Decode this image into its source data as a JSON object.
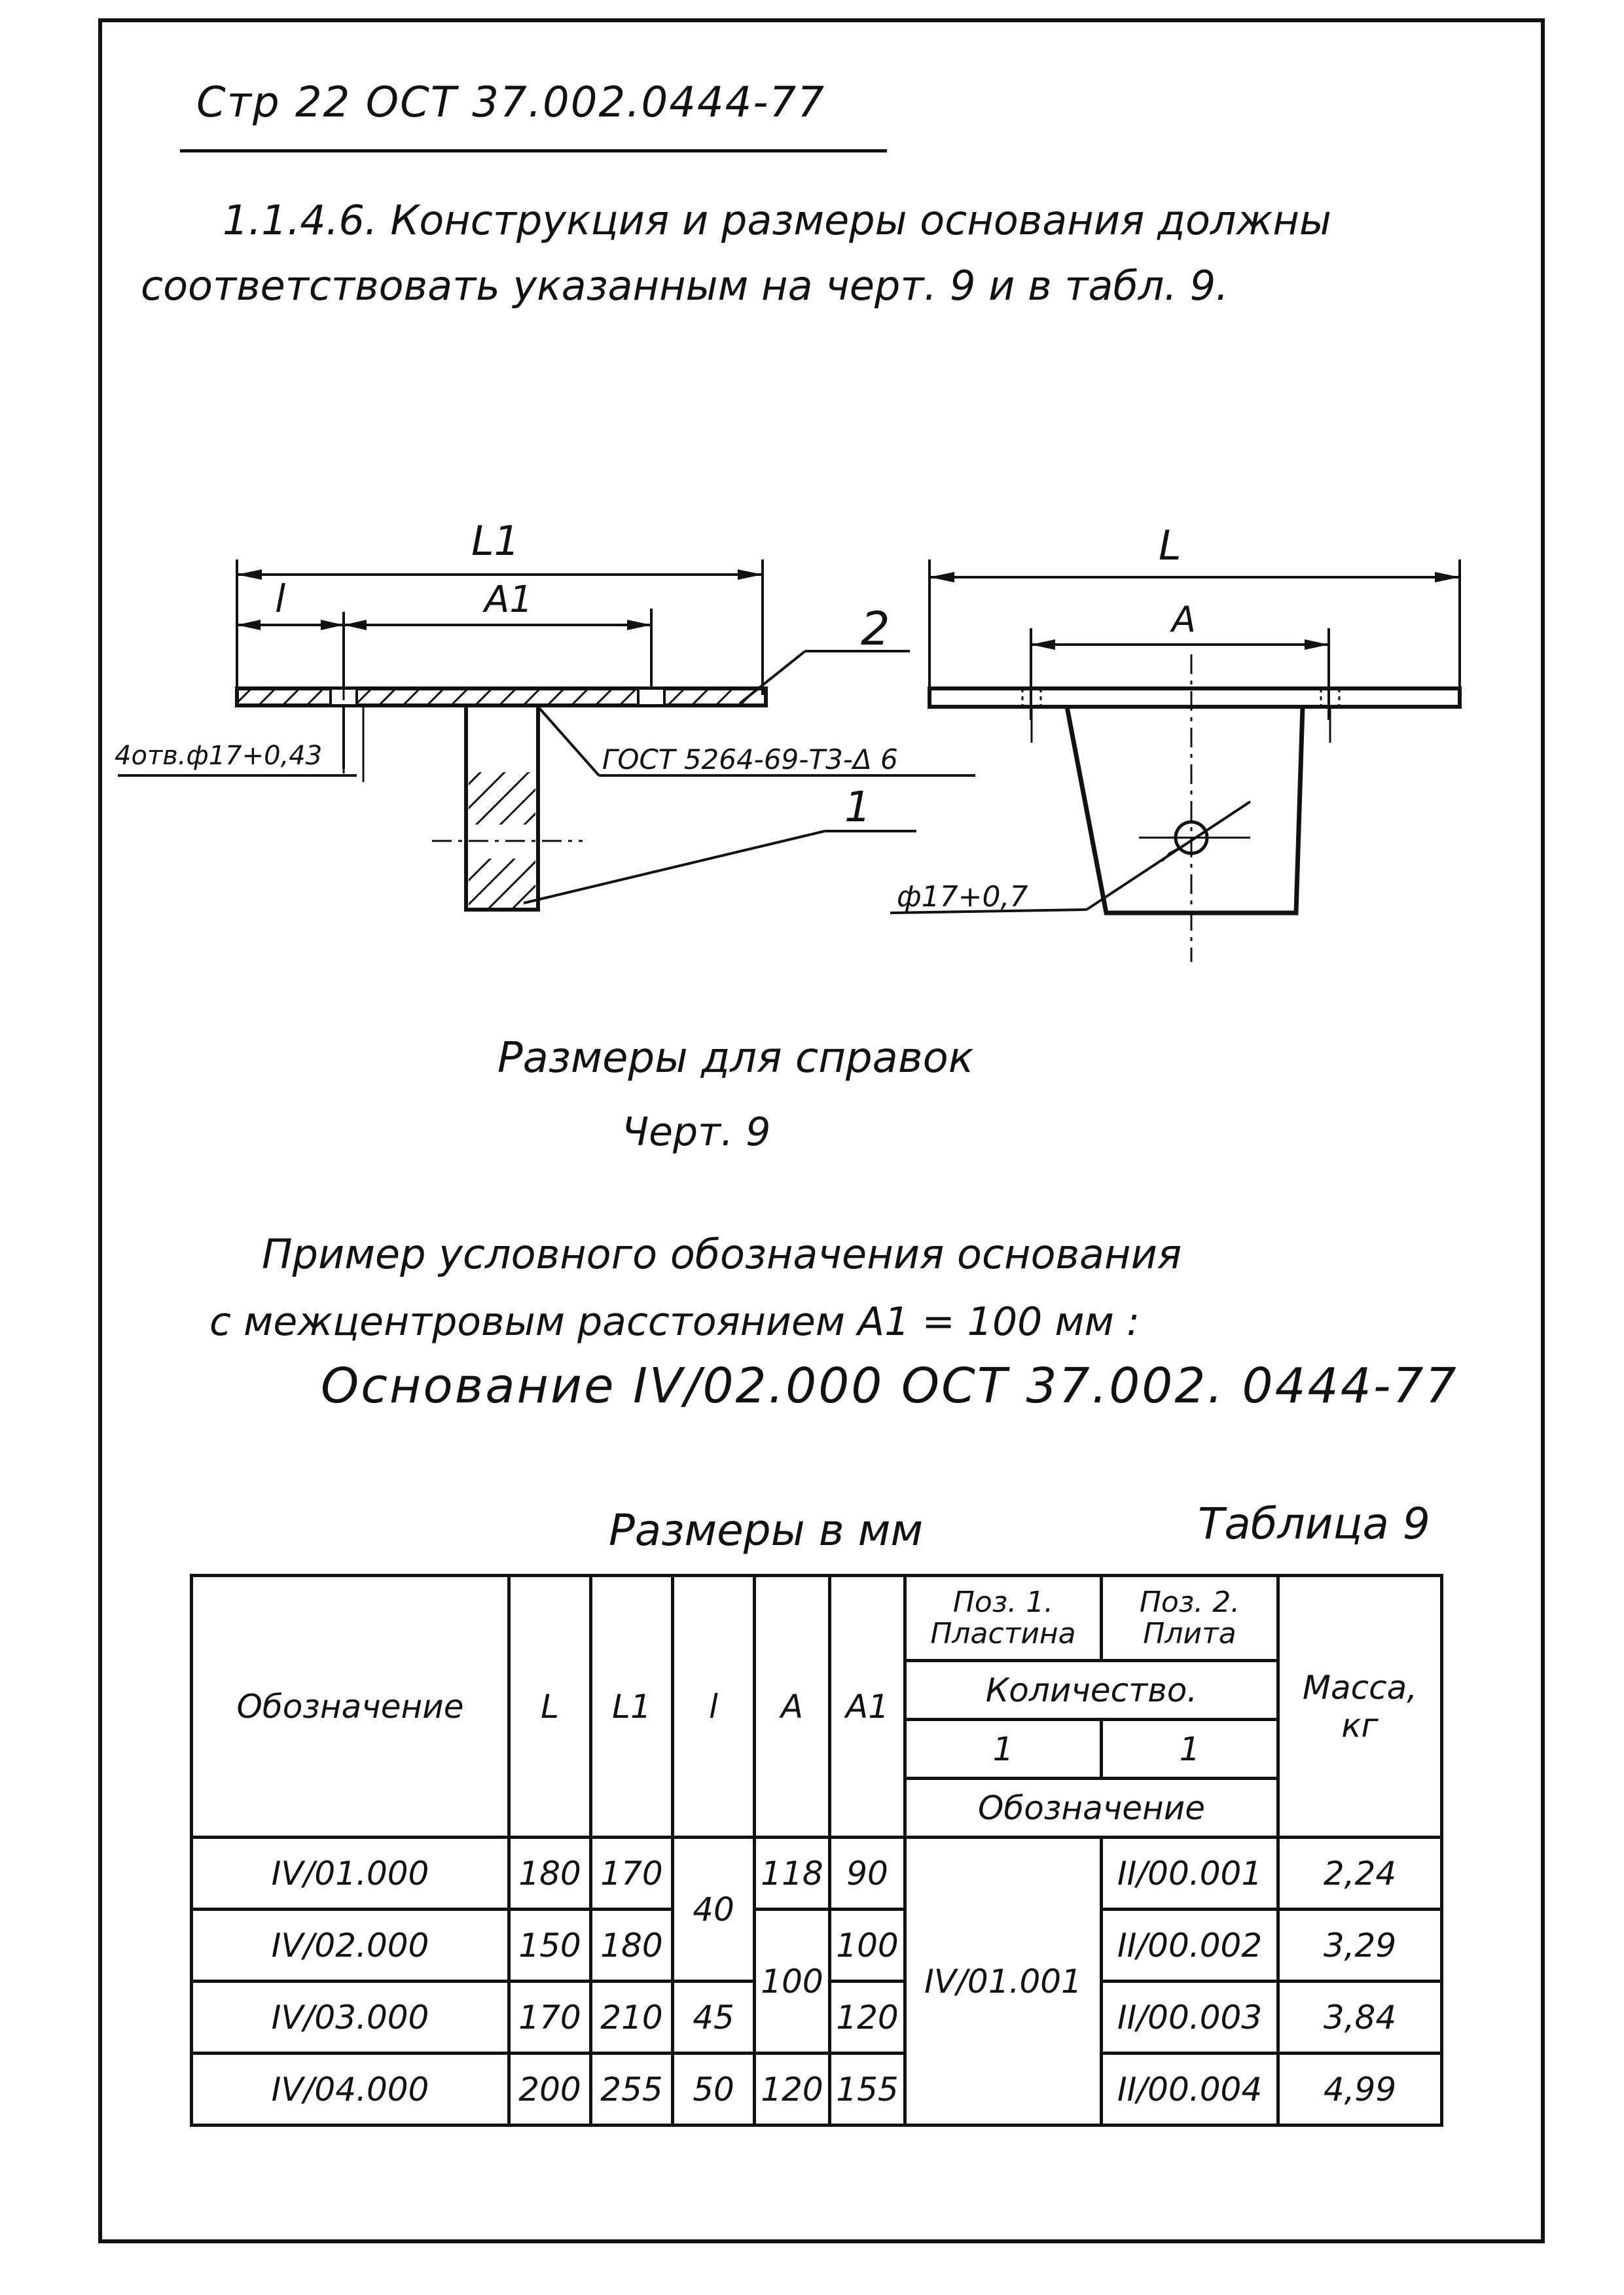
{
  "header": "Стр 22    ОСТ 37.002.0444-77",
  "paragraph": {
    "line1": "1.1.4.6. Конструкция и размеры основания должны",
    "line2": "соответствовать указанным на черт. 9 и в табл. 9."
  },
  "drawing": {
    "left_view": {
      "dim_L1": "L1",
      "dim_l": "l",
      "dim_A1": "A1",
      "holes": "4отв.ф17+0,43",
      "weld": "ГОСТ 5264-69-Т3-Δ 6",
      "pos1": "1",
      "pos2": "2"
    },
    "right_view": {
      "dim_L": "L",
      "dim_A": "A",
      "hole": "ф17+0,7"
    }
  },
  "note": "Размеры для справок",
  "figure_caption": "Черт. 9",
  "example": {
    "line1": "Пример условного обозначения основания",
    "line2": "с межцентровым расстоянием    A1 = 100 мм :",
    "line3": "Основание IV/02.000   ОСТ 37.002. 0444-77"
  },
  "table": {
    "caption": "Размеры в мм",
    "number": "Таблица 9",
    "headers": {
      "designation": "Обозначение",
      "L": "L",
      "L1": "L1",
      "l": "l",
      "A": "A",
      "A1": "A1",
      "pos1": "Поз. 1. Пластина",
      "pos2": "Поз. 2. Плита",
      "quantity": "Количество.",
      "qty1": "1",
      "qty2": "1",
      "designation_sub": "Обозначение",
      "mass": "Масса, кг"
    },
    "rows": [
      {
        "designation": "IV/01.000",
        "L": "180",
        "L1": "170",
        "A": "118",
        "A1": "90",
        "pos2": "II/00.001",
        "mass": "2,24"
      },
      {
        "designation": "IV/02.000",
        "L": "150",
        "L1": "180",
        "A": "100",
        "A1": "100",
        "pos2": "II/00.002",
        "mass": "3,29"
      },
      {
        "designation": "IV/03.000",
        "L": "170",
        "L1": "210",
        "l": "45",
        "A1": "120",
        "pos2": "II/00.003",
        "mass": "3,84"
      },
      {
        "designation": "IV/04.000",
        "L": "200",
        "L1": "255",
        "l": "50",
        "A": "120",
        "A1": "155",
        "pos2": "II/00.004",
        "mass": "4,99"
      }
    ],
    "merged": {
      "l_rows_1_2": "40",
      "pos1_all": "IV/01.001"
    }
  }
}
